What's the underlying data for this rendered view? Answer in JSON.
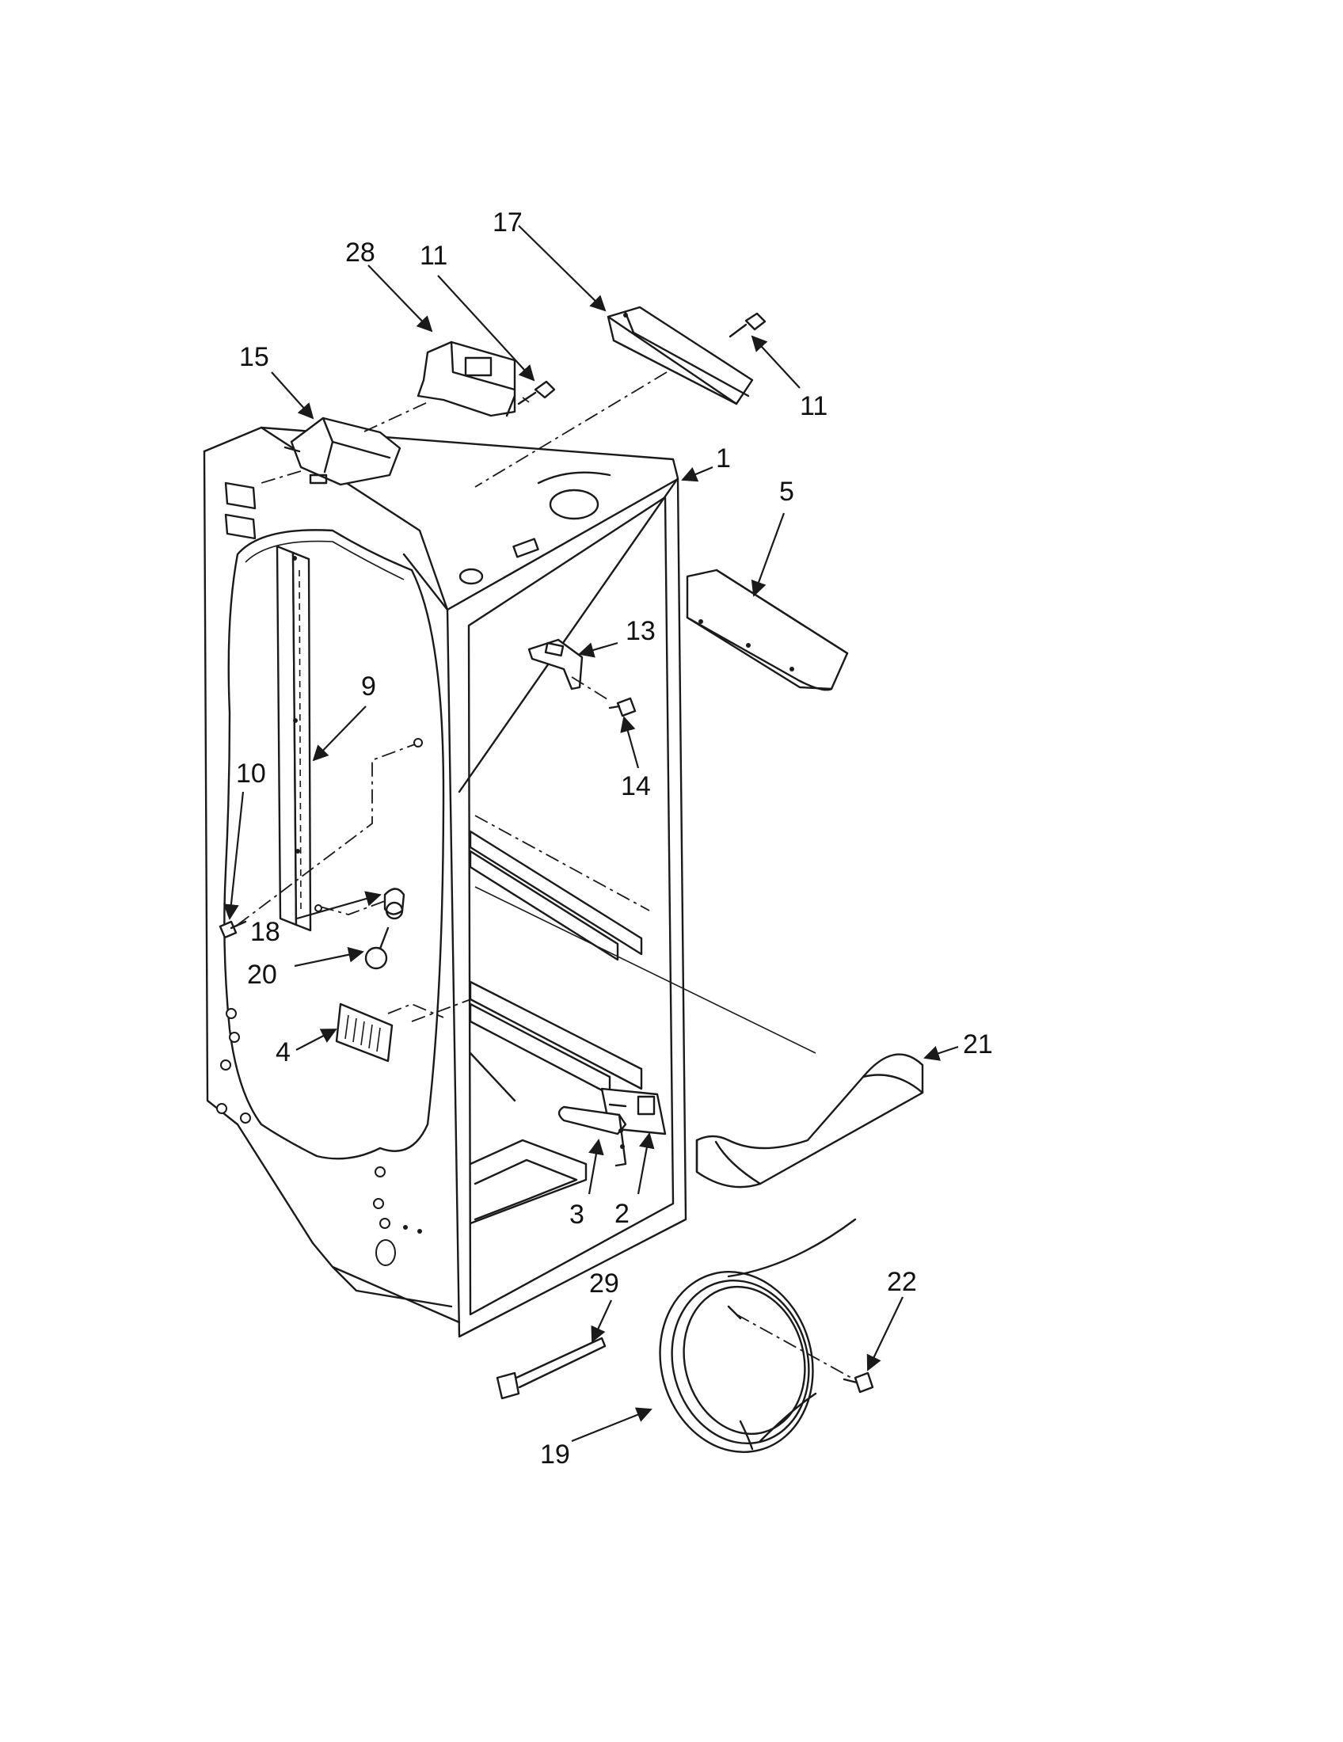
{
  "callouts": [
    {
      "id": "c1",
      "label": "1"
    },
    {
      "id": "c2",
      "label": "2"
    },
    {
      "id": "c3",
      "label": "3"
    },
    {
      "id": "c4",
      "label": "4"
    },
    {
      "id": "c5",
      "label": "5"
    },
    {
      "id": "c9",
      "label": "9"
    },
    {
      "id": "c10",
      "label": "10"
    },
    {
      "id": "c11a",
      "label": "11"
    },
    {
      "id": "c11b",
      "label": "11"
    },
    {
      "id": "c13",
      "label": "13"
    },
    {
      "id": "c14",
      "label": "14"
    },
    {
      "id": "c15",
      "label": "15"
    },
    {
      "id": "c17",
      "label": "17"
    },
    {
      "id": "c18",
      "label": "18"
    },
    {
      "id": "c19",
      "label": "19"
    },
    {
      "id": "c20",
      "label": "20"
    },
    {
      "id": "c21",
      "label": "21"
    },
    {
      "id": "c22",
      "label": "22"
    },
    {
      "id": "c28",
      "label": "28"
    },
    {
      "id": "c29",
      "label": "29"
    }
  ]
}
